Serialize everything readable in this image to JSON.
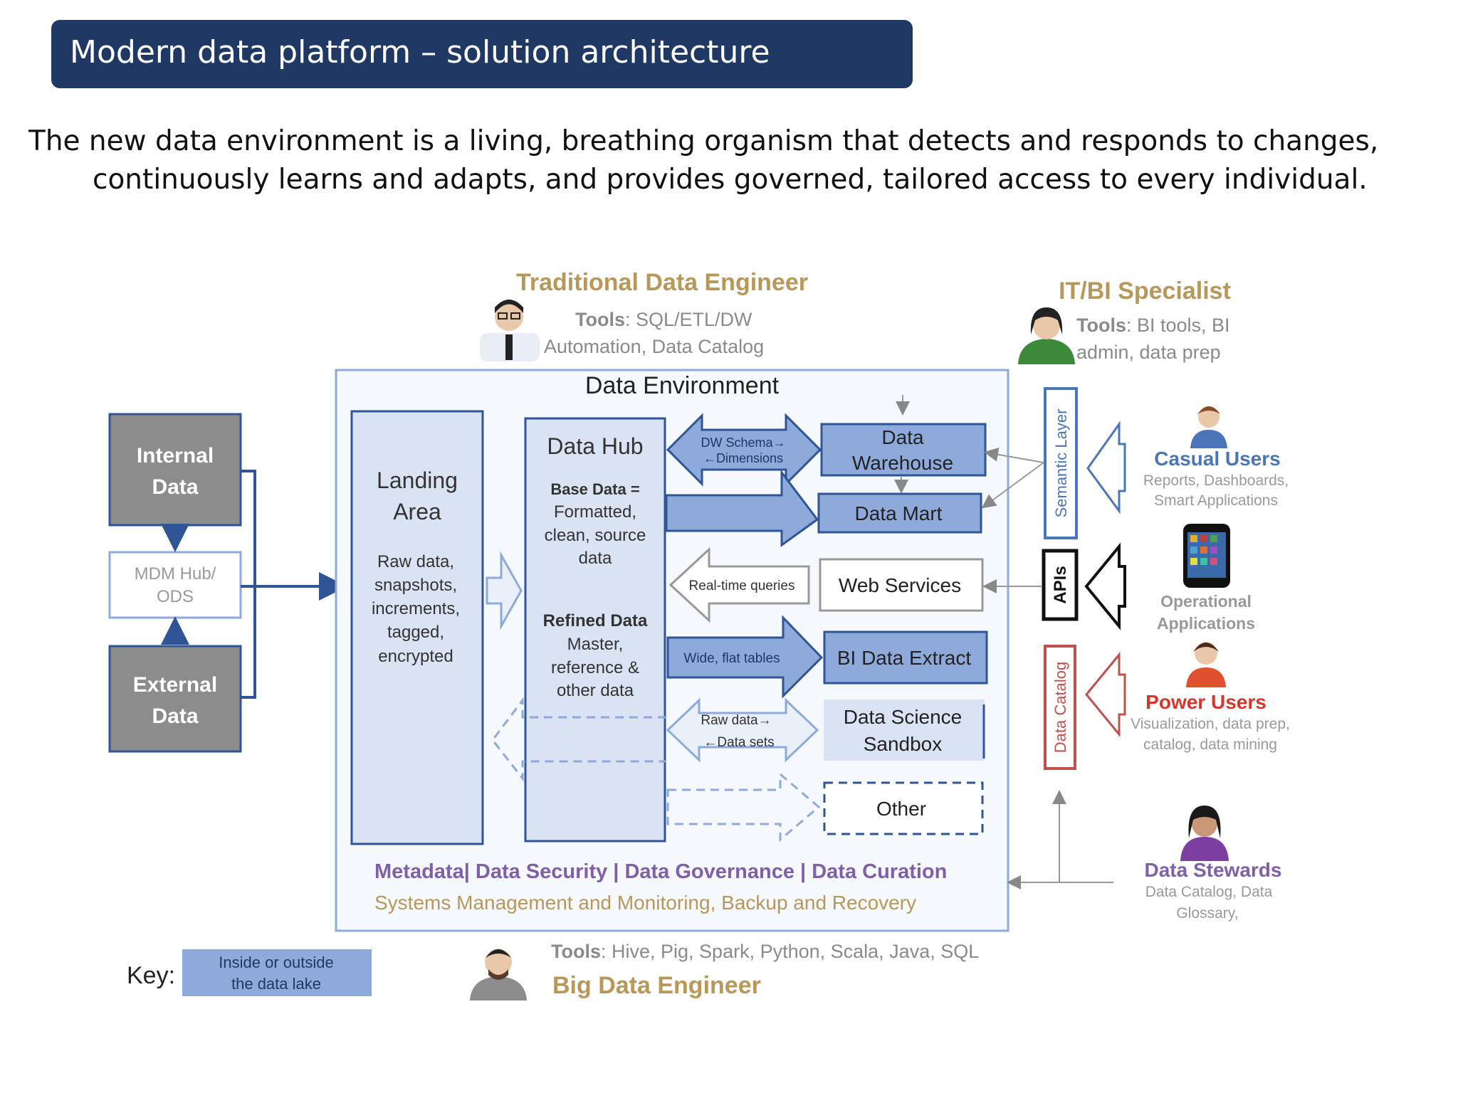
{
  "title": "Modern data platform – solution architecture",
  "subtitle": {
    "line1": "The new data environment is a living, breathing organism that detects and responds to changes,",
    "line2": "continuously learns and adapts, and provides governed, tailored access to every individual."
  },
  "diagram": {
    "traditional_engineer": {
      "role": "Traditional Data Engineer",
      "tools_label": "Tools",
      "tools_line1": ": SQL/ETL/DW",
      "tools_line2": "Automation, Data Catalog"
    },
    "it_bi_specialist": {
      "role": "IT/BI Specialist",
      "tools_label": "Tools",
      "tools_line1": ": BI tools, BI",
      "tools_line2": "admin, data prep"
    },
    "big_data_engineer": {
      "role": "Big Data Engineer",
      "tools_label": "Tools",
      "tools_line1": ": Hive, Pig, Spark, Python, Scala, Java, SQL"
    },
    "sources": {
      "internal": [
        "Internal",
        "Data"
      ],
      "mdm": [
        "MDM Hub/",
        "ODS"
      ],
      "external": [
        "External",
        "Data"
      ]
    },
    "environment_title": "Data Environment",
    "landing": {
      "title": [
        "Landing",
        "Area"
      ],
      "body": [
        "Raw data,",
        "snapshots,",
        "increments,",
        "tagged,",
        "encrypted"
      ]
    },
    "hub": {
      "title": "Data Hub",
      "base_title": "Base Data =",
      "base_body": [
        "Formatted,",
        "clean, source",
        "data"
      ],
      "refined_title": "Refined Data",
      "refined_body": [
        "Master,",
        "reference &",
        "other data"
      ]
    },
    "arrows": {
      "dw": [
        "DW Schema→",
        "←Dimensions"
      ],
      "realtime": "Real-time queries",
      "wide": "Wide, flat tables",
      "raw": [
        "Raw data→",
        "←Data sets"
      ]
    },
    "targets": {
      "warehouse": [
        "Data",
        "Warehouse"
      ],
      "mart": "Data Mart",
      "web": "Web Services",
      "bi": "BI Data Extract",
      "sandbox": [
        "Data Science",
        "Sandbox"
      ],
      "other": "Other"
    },
    "bottom": {
      "line1_metadata": "Metadata",
      "line1_rest": "| Data Security | Data Governance | Data Curation",
      "line2": "Systems Management and Monitoring, Backup and  Recovery"
    },
    "layers": {
      "semantic": "Semantic Layer",
      "apis": "APIs",
      "catalog": "Data Catalog"
    },
    "users": {
      "casual": {
        "title": "Casual Users",
        "desc": [
          "Reports, Dashboards,",
          "Smart Applications"
        ]
      },
      "operational": {
        "title": [
          "Operational",
          "Applications"
        ]
      },
      "power": {
        "title": "Power Users",
        "desc": [
          "Visualization, data prep,",
          "catalog, data mining"
        ]
      },
      "stewards": {
        "title": "Data Stewards",
        "desc": [
          "Data Catalog, Data",
          "Glossary,"
        ]
      }
    },
    "key": {
      "label": "Key:",
      "text": [
        "Inside or outside",
        "the data lake"
      ]
    }
  },
  "colors": {
    "title_bg": "#1f3864",
    "lake_blue": "#8eaadb",
    "light_blue": "#dae3f3",
    "gray_box": "#8c8c8c",
    "role_tan": "#b8985a",
    "purple": "#7f5fa8",
    "casual_blue": "#4a76b8",
    "power_red": "#d9362b",
    "catalog_red": "#c0504d"
  }
}
